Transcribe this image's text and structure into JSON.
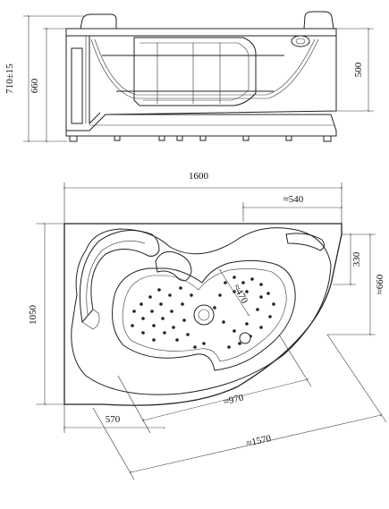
{
  "dimensions": {
    "total_height": "710±15",
    "body_height": "660",
    "apron_height": "500",
    "overall_length": "1600",
    "overall_width": "1050",
    "depth_offset": "≈540",
    "side_short": "330",
    "side_long": "≈660",
    "inner_basin_length": "≈470",
    "inner_diagonal": "≈970",
    "outer_diagonal": "≈1570",
    "left_section": "570"
  }
}
